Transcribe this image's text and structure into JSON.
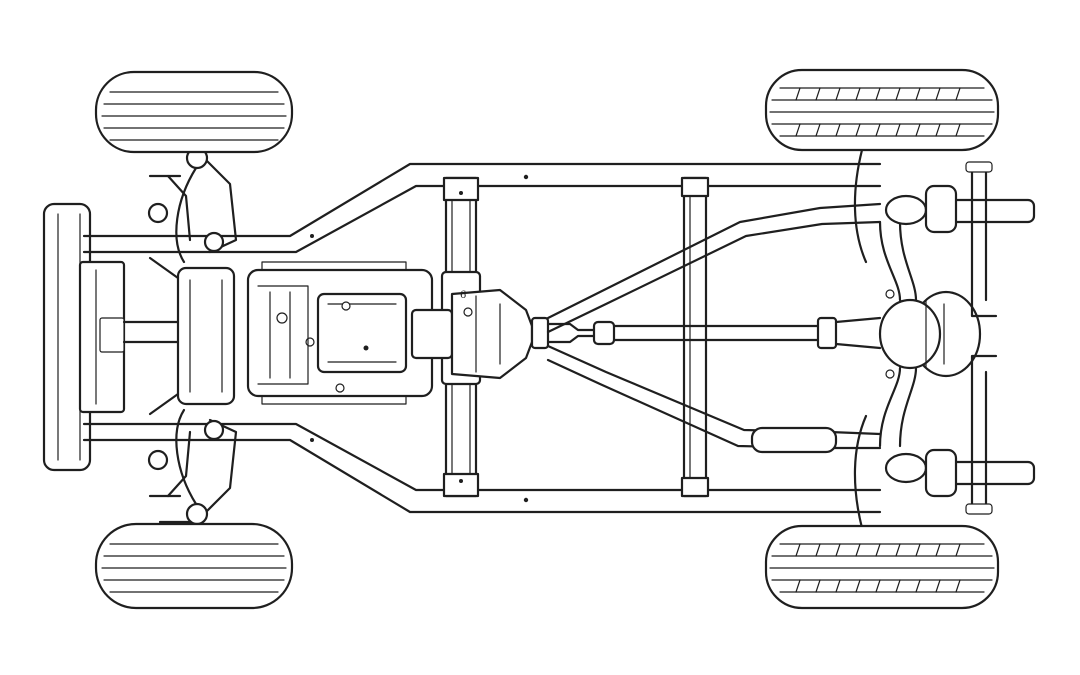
{
  "image": {
    "subject": "vehicle-chassis-line-drawing",
    "style": "black line art on white background",
    "colors": {
      "background": "#ffffff",
      "line": "#1f1f1f"
    }
  },
  "labels": {
    "gearbox_mark": "6"
  }
}
